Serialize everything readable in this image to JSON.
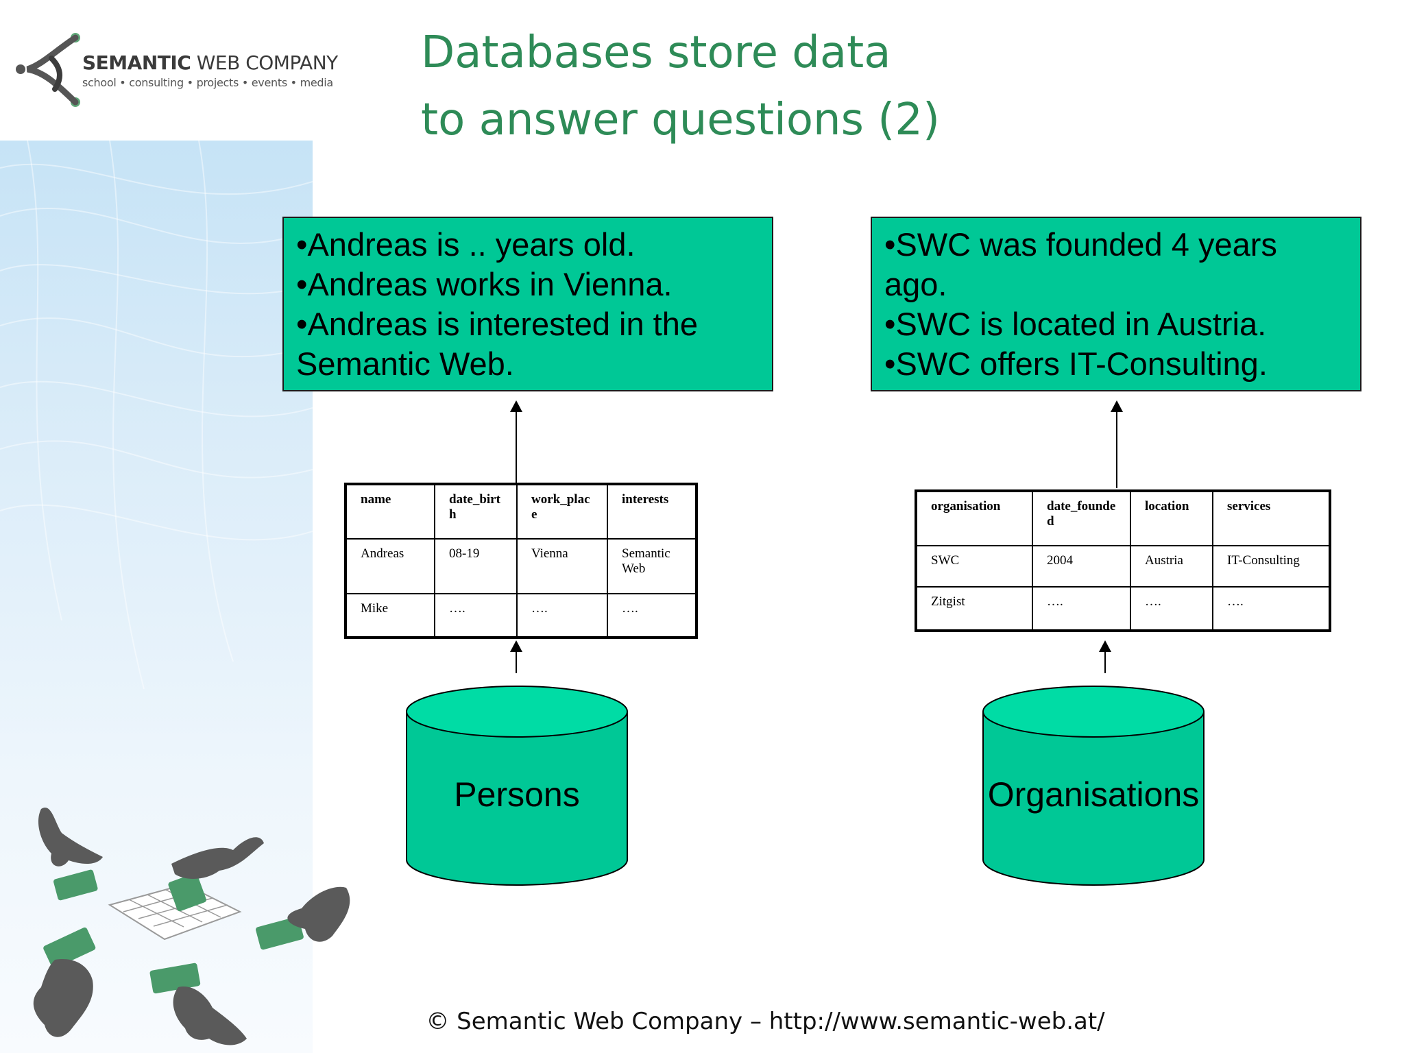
{
  "logo": {
    "name_bold": "SEMANTIC",
    "name_rest": " WEB COMPANY",
    "tagline": "school • consulting • projects • events • media"
  },
  "title": {
    "line1": "Databases store data",
    "line2": "to answer questions (2)"
  },
  "persons": {
    "facts": [
      "•Andreas is .. years old.",
      "•Andreas works in Vienna.",
      "•Andreas is interested in the",
      "Semantic Web."
    ],
    "table": {
      "headers": [
        "name",
        "date_birth",
        "work_place",
        "interests"
      ],
      "rows": [
        [
          "Andreas",
          "08-19",
          "Vienna",
          "Semantic Web"
        ],
        [
          "Mike",
          "….",
          "….",
          "…."
        ]
      ]
    },
    "db_label": "Persons"
  },
  "organisations": {
    "facts": [
      "•SWC was founded 4 years",
      "ago.",
      "•SWC is located in Austria.",
      "•SWC offers IT-Consulting."
    ],
    "table": {
      "headers": [
        "organisation",
        "date_founded",
        "location",
        "services"
      ],
      "rows": [
        [
          "SWC",
          "2004",
          "Austria",
          "IT-Consulting"
        ],
        [
          "Zitgist",
          "….",
          "….",
          "…."
        ]
      ]
    },
    "db_label": "Organisations"
  },
  "colors": {
    "box_fill": "#00c896",
    "title": "#2e8b57"
  },
  "footer": "© Semantic Web Company – http://www.semantic-web.at/"
}
